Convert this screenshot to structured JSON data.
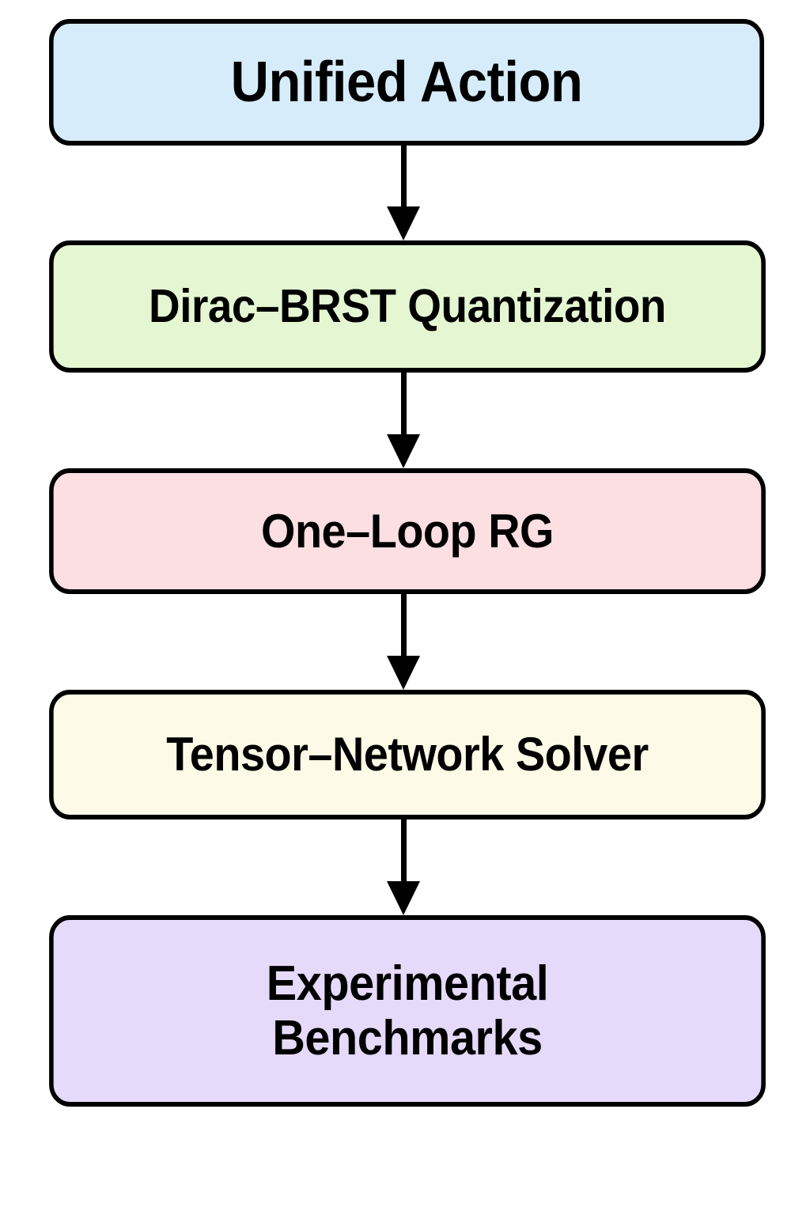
{
  "diagram": {
    "type": "flowchart",
    "orientation": "top-to-bottom",
    "background_color": "#ffffff",
    "border_color": "#000000",
    "text_color": "#000000",
    "nodes": [
      {
        "id": "unified-action",
        "label": "Unified Action",
        "fill": "#d7ecfb",
        "shape": "rounded-rectangle"
      },
      {
        "id": "dirac-brst-quantization",
        "label": "Dirac–BRST Quantization",
        "fill": "#e4f7d2",
        "shape": "rounded-rectangle"
      },
      {
        "id": "one-loop-rg",
        "label": "One–Loop RG",
        "fill": "#fbdfe3",
        "shape": "rounded-rectangle"
      },
      {
        "id": "tensor-network-solver",
        "label": "Tensor–Network Solver",
        "fill": "#fdfbe7",
        "shape": "rounded-rectangle"
      },
      {
        "id": "experimental-benchmarks",
        "label": "Experimental\nBenchmarks",
        "fill": "#e6dafb",
        "shape": "rounded-rectangle"
      }
    ],
    "edges": [
      {
        "from": "unified-action",
        "to": "dirac-brst-quantization",
        "style": "solid-arrow"
      },
      {
        "from": "dirac-brst-quantization",
        "to": "one-loop-rg",
        "style": "solid-arrow"
      },
      {
        "from": "one-loop-rg",
        "to": "tensor-network-solver",
        "style": "solid-arrow"
      },
      {
        "from": "tensor-network-solver",
        "to": "experimental-benchmarks",
        "style": "solid-arrow"
      }
    ]
  }
}
